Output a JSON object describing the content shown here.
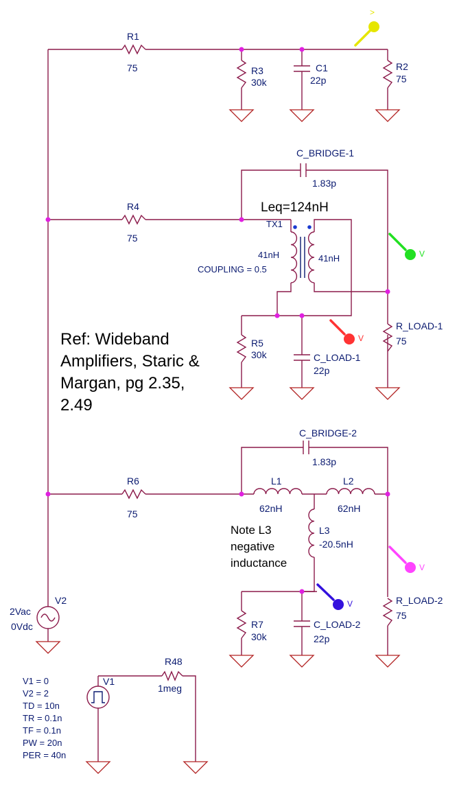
{
  "components": {
    "R1": {
      "name": "R1",
      "value": "75"
    },
    "R2": {
      "name": "R2",
      "value": "75"
    },
    "R3": {
      "name": "R3",
      "value": "30k"
    },
    "C1": {
      "name": "C1",
      "value": "22p"
    },
    "C_BRIDGE_1": {
      "name": "C_BRIDGE-1",
      "value": "1.83p"
    },
    "R4": {
      "name": "R4",
      "value": "75"
    },
    "TX1": {
      "name": "TX1",
      "l1": "41nH",
      "l2": "41nH",
      "coupling": "COUPLING = 0.5"
    },
    "R_LOAD_1": {
      "name": "R_LOAD-1",
      "value": "75"
    },
    "R5": {
      "name": "R5",
      "value": "30k"
    },
    "C_LOAD_1": {
      "name": "C_LOAD-1",
      "value": "22p"
    },
    "C_BRIDGE_2": {
      "name": "C_BRIDGE-2",
      "value": "1.83p"
    },
    "R6": {
      "name": "R6",
      "value": "75"
    },
    "L1": {
      "name": "L1",
      "value": "62nH"
    },
    "L2": {
      "name": "L2",
      "value": "62nH"
    },
    "L3": {
      "name": "L3",
      "value": "-20.5nH"
    },
    "R_LOAD_2": {
      "name": "R_LOAD-2",
      "value": "75"
    },
    "R7": {
      "name": "R7",
      "value": "30k"
    },
    "C_LOAD_2": {
      "name": "C_LOAD-2",
      "value": "22p"
    },
    "V2": {
      "name": "V2",
      "ac": "2Vac",
      "dc": "0Vdc"
    },
    "V1": {
      "name": "V1",
      "params": [
        "V1 = 0",
        "V2 = 2",
        "TD = 10n",
        "TR = 0.1n",
        "TF = 0.1n",
        "PW = 20n",
        "PER = 40n"
      ]
    },
    "R48": {
      "name": "R48",
      "value": "1meg"
    }
  },
  "annotations": {
    "leq": "Leq=124nH",
    "ref_lines": [
      "Ref: Wideband",
      "Amplifiers, Staric &",
      "Margan, pg 2.35,",
      "2.49"
    ],
    "note_lines": [
      "Note L3",
      "negative",
      "inductance"
    ]
  },
  "probes": [
    {
      "label": ">",
      "color": "#e6e600"
    },
    {
      "label": "V",
      "color": "#22e022"
    },
    {
      "label": "V",
      "color": "#ff3333"
    },
    {
      "label": "V",
      "color": "#ff44ff"
    },
    {
      "label": "V",
      "color": "#3311dd"
    }
  ]
}
